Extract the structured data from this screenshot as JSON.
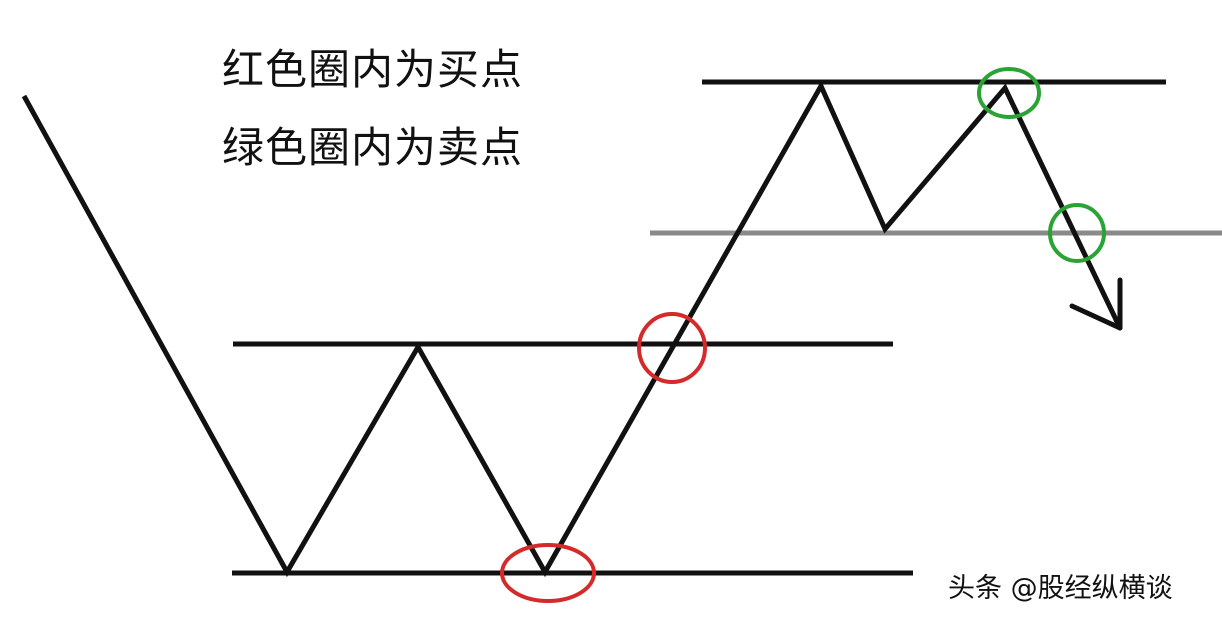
{
  "legend": {
    "buy_text": "红色圈内为买点",
    "sell_text": "绿色圈内为卖点"
  },
  "watermark": "头条 @股经纵横谈",
  "colors": {
    "price_line": "#111111",
    "resistance_line": "#111111",
    "breakdown_line": "#8a8a8a",
    "buy_circle": "#d42a2a",
    "sell_circle": "#2aa335",
    "background": "#ffffff"
  },
  "markers": [
    {
      "type": "buy",
      "label": "buy-point-bottom"
    },
    {
      "type": "buy",
      "label": "buy-point-breakout"
    },
    {
      "type": "sell",
      "label": "sell-point-top"
    },
    {
      "type": "sell",
      "label": "sell-point-breakdown"
    }
  ]
}
